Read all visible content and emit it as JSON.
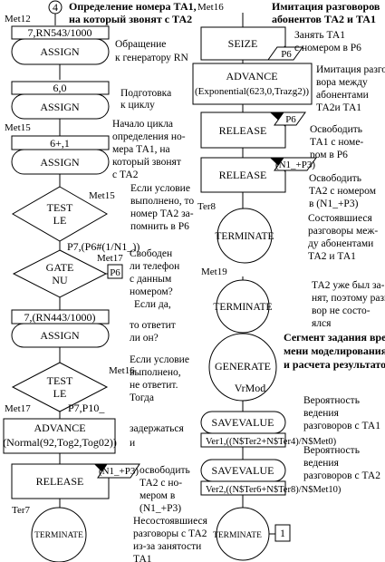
{
  "left": {
    "circle_num": "4",
    "title": [
      "Определение номера ТА1,",
      "на который звонят с ТА2"
    ],
    "met12": "Met12",
    "gen1_param": "7,RN543/1000",
    "assign1": "ASSIGN",
    "ann_assign1": [
      "Обращение",
      "к генератору RN"
    ],
    "gen2_param": "6,0",
    "assign2": "ASSIGN",
    "ann_assign2": [
      "Подготовка",
      "к циклу"
    ],
    "met15": "Met15",
    "gen3_param": "6+,1",
    "assign3": "ASSIGN",
    "ann_assign3": [
      "Начало цикла",
      "определения но-",
      "мера ТА1, на",
      "который звонят",
      "с ТА2"
    ],
    "test1_a": "TEST",
    "test1_b": "LE",
    "test1_label": "Met15",
    "ann_test1": [
      "Если условие",
      "выполнено, то",
      "номер ТА2 за-",
      "помнить в Р6"
    ],
    "test1_out": "P7,(P6#(1/N1_))",
    "gate_a": "GATE",
    "gate_b": "NU",
    "gate_label": "Met17",
    "gate_box": "P6",
    "ann_gate": [
      "Свободен",
      "ли телефон",
      "с данным",
      "номером?",
      "Если да,",
      "",
      "то ответит",
      "ли он?"
    ],
    "gen4_param": "7,(RN443/1000)",
    "assign4": "ASSIGN",
    "test2_a": "TEST",
    "test2_b": "LE",
    "test2_label": "Met16",
    "ann_test2": [
      "Если условие",
      "выполнено,",
      "не ответит.",
      "Тогда"
    ],
    "met17": "Met17",
    "test2_out": "P7,P10_",
    "advance_a": "ADVANCE",
    "advance_b": "(Normal(92,Tog2,Tog02))",
    "ann_advance": [
      "задержаться",
      "и"
    ],
    "release_label": "RELEASE",
    "release_box": "(N1_+P3)",
    "ann_release": [
      "освободить",
      "ТА2 с но-",
      "мером в",
      "(N1_+P3)"
    ],
    "ter7": "Ter7",
    "terminate": "TERMINATE",
    "ann_ter7": [
      "Несостоявшиеся",
      "разговоры с ТА2",
      "из-за занятости",
      "ТА1"
    ]
  },
  "right": {
    "met16": "Met16",
    "title": [
      "Имитация разговоров",
      "абонентов ТА2 и ТА1"
    ],
    "seize": "SEIZE",
    "seize_box": "P6",
    "ann_seize": [
      "Занять ТА1",
      "с номером в Р6"
    ],
    "advance_a": "ADVANCE",
    "advance_b": "(Exponential(623,0,Trazg2))",
    "ann_advance": [
      "Имитация разго-",
      "вора между",
      "абонентами",
      "ТА2и ТА1"
    ],
    "release1": "RELEASE",
    "release1_box": "P6",
    "ann_release1": [
      "Освободить",
      "ТА1 с номе-",
      "ром в Р6"
    ],
    "release2": "RELEASE",
    "release2_box": "(N1_+P3)",
    "ann_release2": [
      "Освободить",
      "ТА2 с номером",
      "в (N1_+P3)"
    ],
    "ter8": "Ter8",
    "terminate1": "TERMINATE",
    "ann_ter8": [
      "Состоявшиеся",
      "разговоры меж-",
      "ду абонентами",
      "ТА2 и ТА1"
    ],
    "met19": "Met19",
    "terminate2": "TERMINATE",
    "ann_met19": [
      "ТА2 уже был за-",
      "нят, поэтому разго-",
      "вор не состо-",
      "ялся"
    ],
    "title2": [
      "Сегмент задания вре-",
      "мени моделирования",
      "и расчета результатов"
    ],
    "generate": "GENERATE",
    "generate_param": "VrMod",
    "savevalue1": "SAVEVALUE",
    "sv1_param": "Ver1,((N$Ter2+N$Ter4)/N$Met0)",
    "ann_sv1": [
      "Вероятность",
      "ведения",
      "разговоров с ТА1"
    ],
    "savevalue2": "SAVEVALUE",
    "sv2_param": "Ver2,((N$Ter6+N$Ter8)/N$Met10)",
    "ann_sv2": [
      "Вероятность",
      "ведения",
      "разговоров с ТА2"
    ],
    "terminate3": "TERMINATE",
    "term3_box": "1"
  }
}
